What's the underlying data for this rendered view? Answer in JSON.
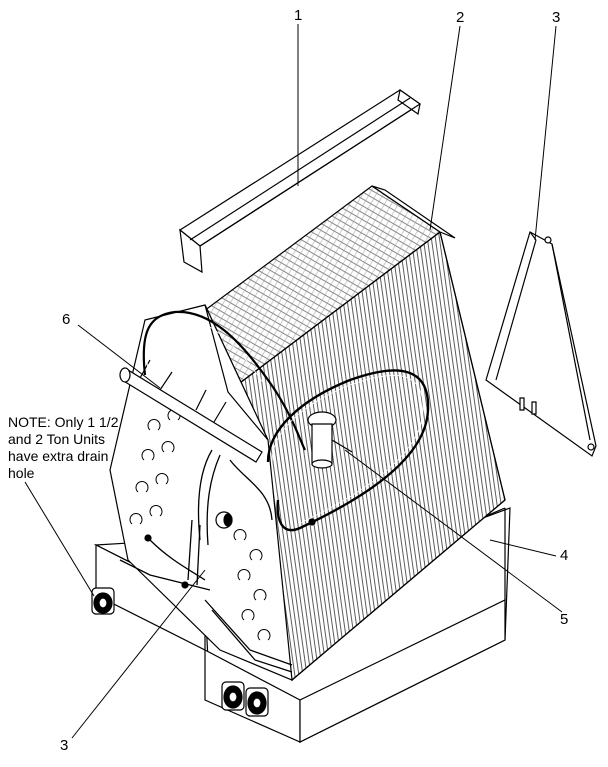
{
  "callouts": {
    "c1": "1",
    "c2": "2",
    "c3_top": "3",
    "c3_bottom": "3",
    "c4": "4",
    "c5": "5",
    "c6": "6"
  },
  "note": {
    "line1": "NOTE: Only 1 1/2",
    "line2": "and 2 Ton Units",
    "line3": "have extra drain",
    "line4": "hole"
  },
  "colors": {
    "ink": "#000000",
    "paper": "#ffffff",
    "mesh": "#d8d8d8"
  }
}
